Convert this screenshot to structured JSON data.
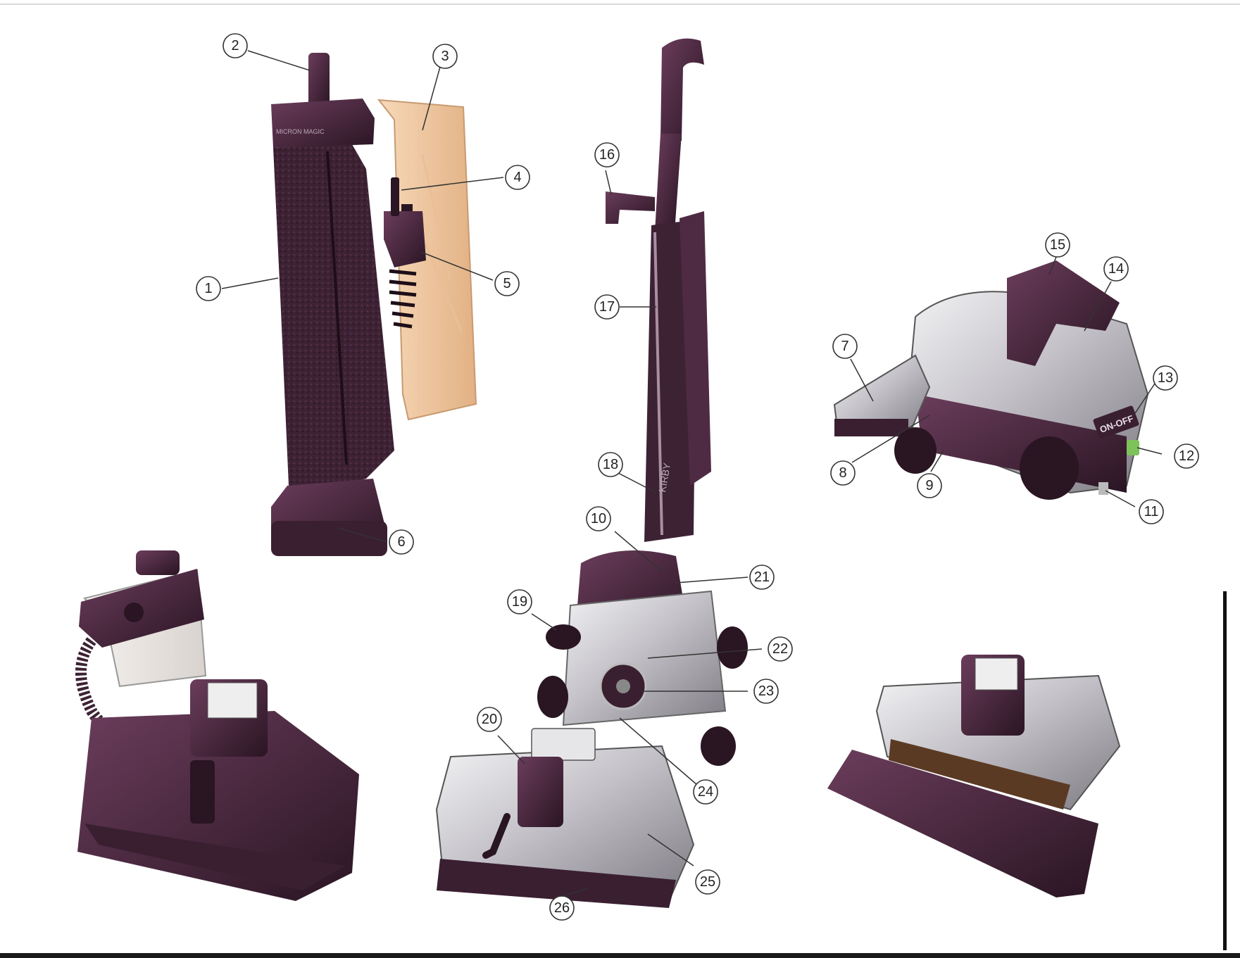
{
  "colors": {
    "plum": "#4a2a3f",
    "plum_dark": "#2a1523",
    "plum_mid": "#6b3d5c",
    "chrome": "#c9c7cb",
    "chrome_dark": "#8c8a90",
    "paper_bag": "#f0c8a2",
    "green_tab": "#7ec25a"
  },
  "labels": {
    "micron_magic": "MICRON MAGIC",
    "kirby": "KIRBY",
    "on_off": "ON-OFF"
  },
  "callouts": [
    {
      "n": "1"
    },
    {
      "n": "2"
    },
    {
      "n": "3"
    },
    {
      "n": "4"
    },
    {
      "n": "5"
    },
    {
      "n": "6"
    },
    {
      "n": "7"
    },
    {
      "n": "8"
    },
    {
      "n": "9"
    },
    {
      "n": "10"
    },
    {
      "n": "11"
    },
    {
      "n": "12"
    },
    {
      "n": "13"
    },
    {
      "n": "14"
    },
    {
      "n": "15"
    },
    {
      "n": "16"
    },
    {
      "n": "17"
    },
    {
      "n": "18"
    },
    {
      "n": "19"
    },
    {
      "n": "20"
    },
    {
      "n": "21"
    },
    {
      "n": "22"
    },
    {
      "n": "23"
    },
    {
      "n": "24"
    },
    {
      "n": "25"
    },
    {
      "n": "26"
    }
  ]
}
